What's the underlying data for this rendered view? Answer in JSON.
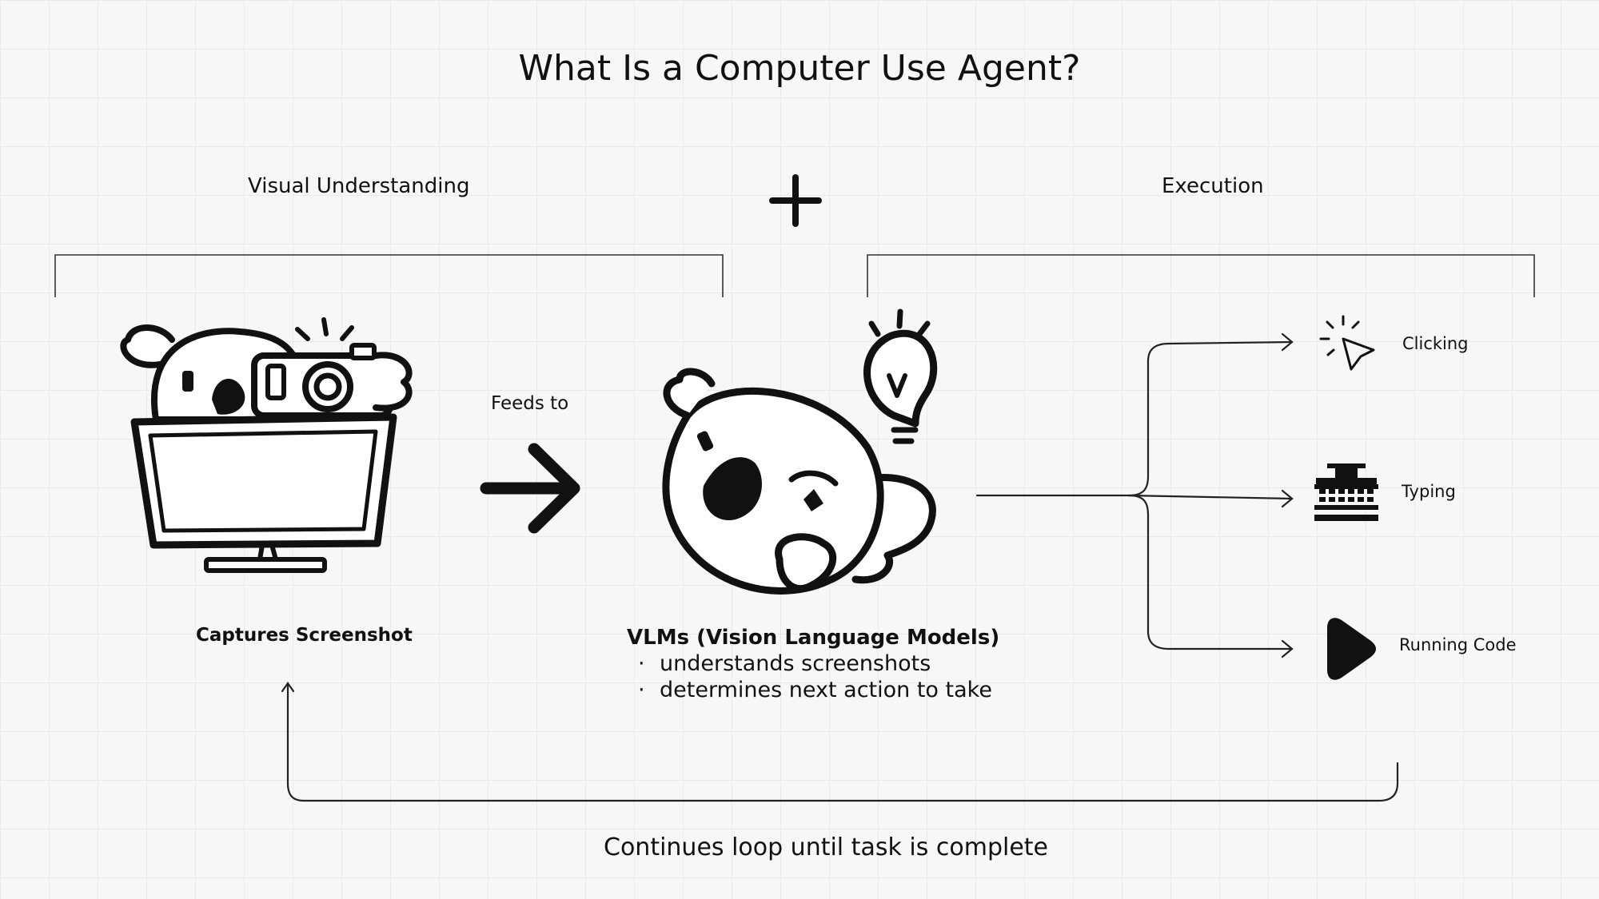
{
  "title": "What Is a Computer Use Agent?",
  "sections": {
    "left_label": "Visual Understanding",
    "right_label": "Execution"
  },
  "flow": {
    "feeds_label": "Feeds to",
    "loop_label": "Continues loop until task is complete"
  },
  "capture": {
    "label": "Captures Screenshot"
  },
  "vlm": {
    "title": "VLMs (Vision Language Models)",
    "bullets": [
      "understands screenshots",
      "determines next action to take"
    ]
  },
  "actions": [
    {
      "label": "Clicking",
      "icon": "cursor-click-icon"
    },
    {
      "label": "Typing",
      "icon": "typewriter-icon"
    },
    {
      "label": "Running Code",
      "icon": "play-icon"
    }
  ],
  "colors": {
    "ink": "#111111",
    "background": "#f7f7f9",
    "grid": "#e9e9ee"
  }
}
